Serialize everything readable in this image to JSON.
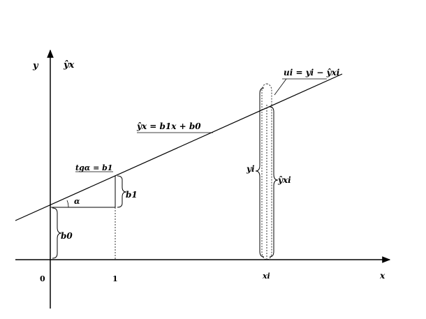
{
  "diagram": {
    "axis_y_label": "y",
    "axis_yhat_label": "ŷx",
    "axis_x_label": "x",
    "origin_label": "0",
    "tick_one_label": "1",
    "tick_xi_label": "xi",
    "slope_label": "tgα = b1",
    "angle_label": "α",
    "intercept_label": "b0",
    "rise_label": "b1",
    "regression_eq_label": "ŷx = b1x + b0",
    "residual_eq_label": "ui = yi − ŷxi",
    "yi_label": "yi",
    "yhat_xi_label": "ŷxi"
  }
}
